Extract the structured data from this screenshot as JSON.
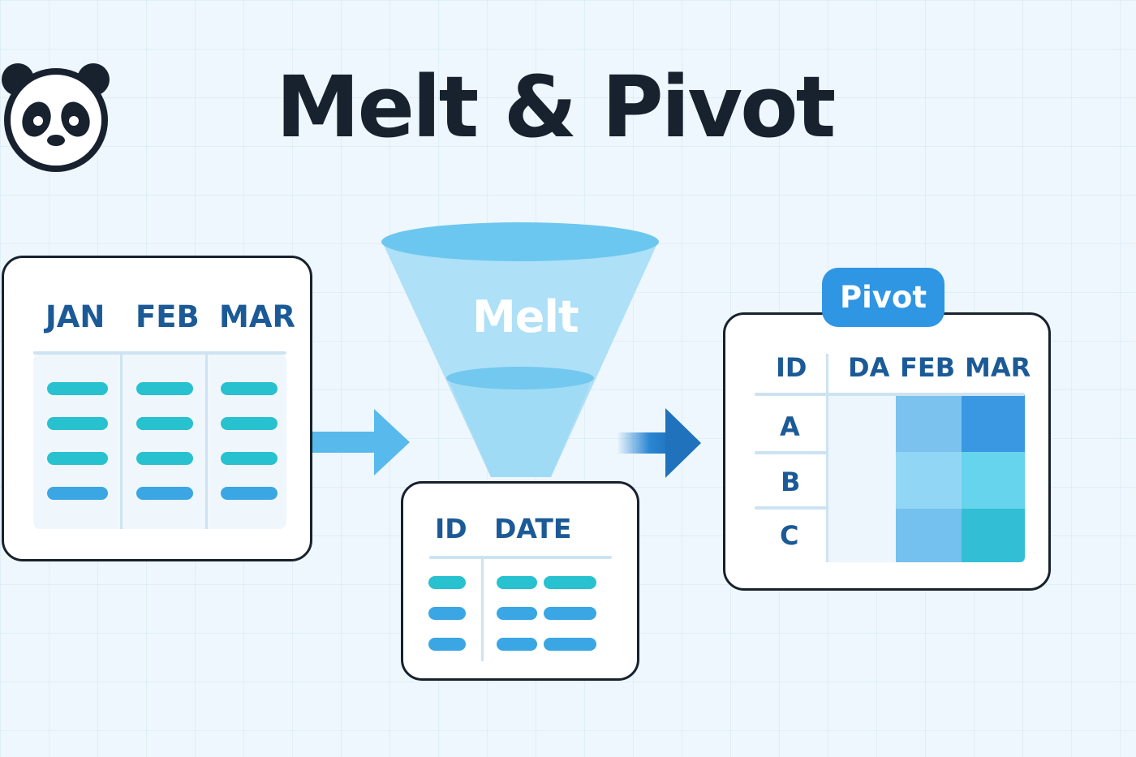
{
  "title": "Melt & Pivot",
  "logo": {
    "icon": "panda-icon"
  },
  "wide_table": {
    "headers": [
      "JAN",
      "FEB",
      "MAR"
    ]
  },
  "funnel": {
    "label": "Melt"
  },
  "long_table": {
    "headers": [
      "ID",
      "DATE"
    ]
  },
  "pivot": {
    "badge": "Pivot",
    "headers": [
      "ID",
      "DA",
      "FEB",
      "MAR"
    ],
    "rows": [
      "A",
      "B",
      "C"
    ]
  },
  "colors": {
    "background": "#eef7fd",
    "outline": "#17222e",
    "header_text": "#1b5a97",
    "teal": "#28c1cf",
    "blue": "#3aa6e4",
    "badge": "#2f96e4"
  }
}
